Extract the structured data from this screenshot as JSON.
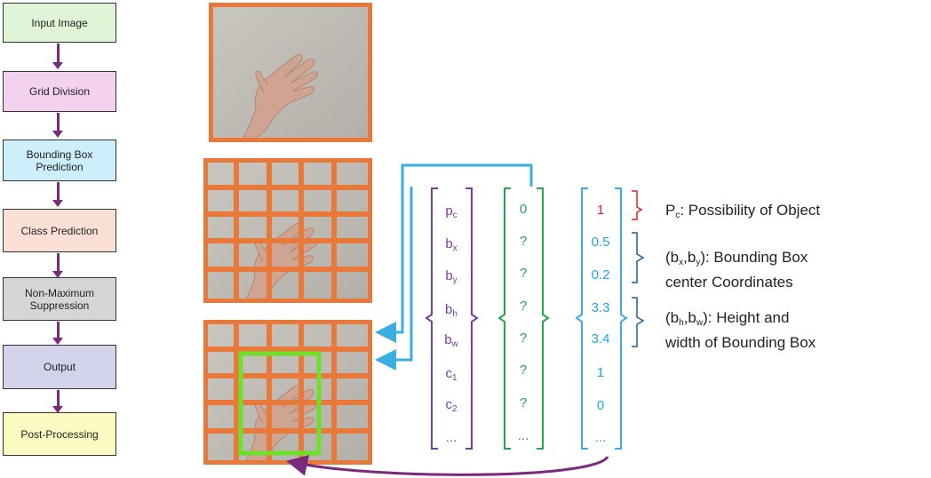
{
  "flowchart": {
    "steps": [
      {
        "label": "Input Image",
        "color": "#dff5d6"
      },
      {
        "label": "Grid Division",
        "color": "#f3d2f0"
      },
      {
        "label": "Bounding Box Prediction",
        "color": "#cdeefb"
      },
      {
        "label": "Class Prediction",
        "color": "#fbe0d6"
      },
      {
        "label": "Non-Maximum Suppression",
        "color": "#d6d6d6"
      },
      {
        "label": "Output",
        "color": "#d3d3ec"
      },
      {
        "label": "Post-Processing",
        "color": "#fbfbc2"
      }
    ]
  },
  "vectors": {
    "labels": [
      {
        "base": "p",
        "sub": "c"
      },
      {
        "base": "b",
        "sub": "x"
      },
      {
        "base": "b",
        "sub": "y"
      },
      {
        "base": "b",
        "sub": "h"
      },
      {
        "base": "b",
        "sub": "w"
      },
      {
        "base": "c",
        "sub": "1"
      },
      {
        "base": "c",
        "sub": "2"
      },
      {
        "base": "...",
        "sub": ""
      }
    ],
    "empty_cell": [
      "0",
      "?",
      "?",
      "?",
      "?",
      "?",
      "?",
      "..."
    ],
    "object_cell": [
      "1",
      "0.5",
      "0.2",
      "3.3",
      "3.4",
      "1",
      "0",
      "..."
    ]
  },
  "annotations": {
    "pc_label_base": "P",
    "pc_label_sub": "c",
    "pc_label_rest": ": Possibility of Object",
    "center_line1_pre": "(b",
    "center_line1_sub1": "x",
    "center_line1_mid": ",b",
    "center_line1_sub2": "y",
    "center_line1_post": "): Bounding Box",
    "center_line2": "center Coordinates",
    "size_line1_pre": "(b",
    "size_line1_sub1": "h",
    "size_line1_mid": ",b",
    "size_line1_sub2": "w",
    "size_line1_post": "): Height and",
    "size_line2": "width of Bounding Box"
  },
  "colors": {
    "frame": "#e8793a",
    "flow_arrow": "#7a2a7a",
    "bbox": "#6ee02a",
    "connector": "#3aaee0",
    "purple": "#7a3aa3",
    "green": "#22a84a",
    "blue": "#1ea7e0",
    "red": "#e02020"
  }
}
